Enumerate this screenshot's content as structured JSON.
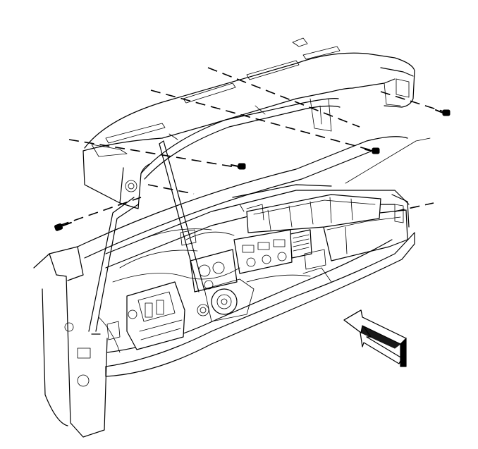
{
  "diagram": {
    "parts": [
      {
        "id": "upper-trim-panel",
        "kind": "panel"
      },
      {
        "id": "instrument-panel-carrier",
        "kind": "assembly"
      },
      {
        "id": "fastener-screws",
        "count": 5
      },
      {
        "id": "alignment-clips",
        "count": 4
      },
      {
        "id": "view-direction-arrow",
        "kind": "indicator"
      }
    ],
    "colors": {
      "line": "#000000",
      "background": "#ffffff"
    }
  }
}
